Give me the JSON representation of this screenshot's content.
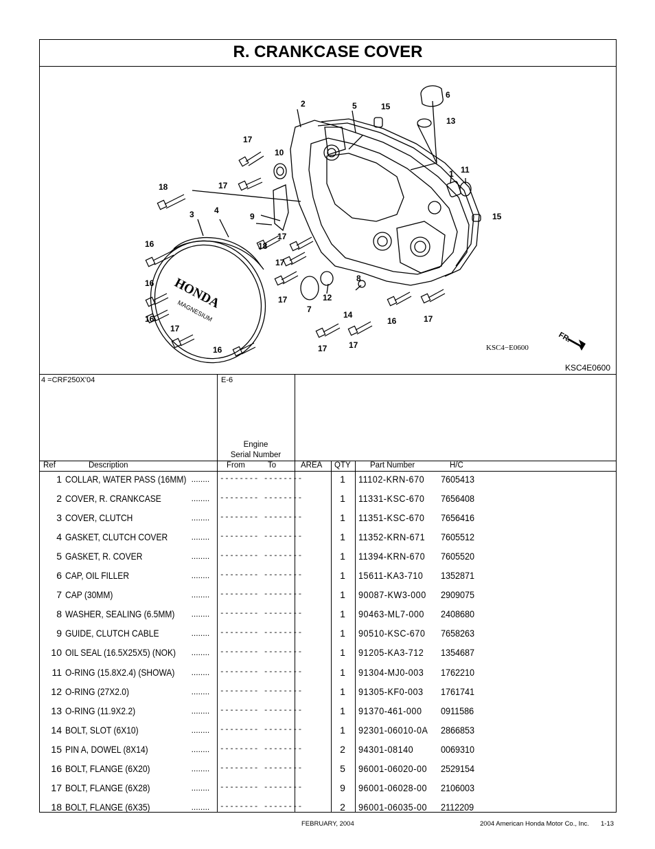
{
  "title": "R. CRANKCASE COVER",
  "diagram": {
    "figure_code": "KSC4E0600",
    "inner_code": "KSC4−E0600",
    "fr_label": "FR.",
    "brand_text": "HONDA",
    "brand_sub": "MAGNESIUM",
    "callouts": [
      "2",
      "5",
      "15",
      "6",
      "13",
      "17",
      "10",
      "17",
      "18",
      "1",
      "11",
      "9",
      "3",
      "4",
      "15",
      "16",
      "18",
      "17",
      "17",
      "16",
      "8",
      "17",
      "12",
      "14",
      "7",
      "16",
      "17",
      "17",
      "16",
      "17",
      "17",
      "16"
    ]
  },
  "notes": {
    "model": "4 =CRF250X'04",
    "section": "E-6",
    "engine_serial": "Engine\nSerial Number"
  },
  "columns": {
    "ref": "Ref",
    "description": "Description",
    "from": "From",
    "to": "To",
    "area": "AREA",
    "qty": "QTY",
    "part_number": "Part Number",
    "hc": "H/C"
  },
  "parts": [
    {
      "ref": "1",
      "desc": "COLLAR, WATER PASS (16MM)",
      "fromto": "-------- --------",
      "qty": "1",
      "pn": "11102-KRN-670",
      "hc": "7605413"
    },
    {
      "ref": "2",
      "desc": "COVER, R. CRANKCASE",
      "fromto": "-------- --------",
      "qty": "1",
      "pn": "11331-KSC-670",
      "hc": "7656408"
    },
    {
      "ref": "3",
      "desc": "COVER, CLUTCH",
      "fromto": "-------- --------",
      "qty": "1",
      "pn": "11351-KSC-670",
      "hc": "7656416"
    },
    {
      "ref": "4",
      "desc": "GASKET, CLUTCH COVER",
      "fromto": "-------- --------",
      "qty": "1",
      "pn": "11352-KRN-671",
      "hc": "7605512"
    },
    {
      "ref": "5",
      "desc": "GASKET, R. COVER",
      "fromto": "-------- --------",
      "qty": "1",
      "pn": "11394-KRN-670",
      "hc": "7605520"
    },
    {
      "ref": "6",
      "desc": "CAP, OIL FILLER",
      "fromto": "-------- --------",
      "qty": "1",
      "pn": "15611-KA3-710",
      "hc": "1352871"
    },
    {
      "ref": "7",
      "desc": "CAP (30MM)",
      "fromto": "-------- --------",
      "qty": "1",
      "pn": "90087-KW3-000",
      "hc": "2909075"
    },
    {
      "ref": "8",
      "desc": "WASHER, SEALING (6.5MM)",
      "fromto": "-------- --------",
      "qty": "1",
      "pn": "90463-ML7-000",
      "hc": "2408680"
    },
    {
      "ref": "9",
      "desc": "GUIDE, CLUTCH CABLE",
      "fromto": "-------- --------",
      "qty": "1",
      "pn": "90510-KSC-670",
      "hc": "7658263"
    },
    {
      "ref": "10",
      "desc": "OIL SEAL (16.5X25X5) (NOK)",
      "fromto": "-------- --------",
      "qty": "1",
      "pn": "91205-KA3-712",
      "hc": "1354687"
    },
    {
      "ref": "11",
      "desc": "O-RING (15.8X2.4) (SHOWA)",
      "fromto": "-------- --------",
      "qty": "1",
      "pn": "91304-MJ0-003",
      "hc": "1762210"
    },
    {
      "ref": "12",
      "desc": "O-RING (27X2.0)",
      "fromto": "-------- --------",
      "qty": "1",
      "pn": "91305-KF0-003",
      "hc": "1761741"
    },
    {
      "ref": "13",
      "desc": "O-RING (11.9X2.2)",
      "fromto": "-------- --------",
      "qty": "1",
      "pn": "91370-461-000",
      "hc": "0911586"
    },
    {
      "ref": "14",
      "desc": "BOLT, SLOT (6X10)",
      "fromto": "-------- --------",
      "qty": "1",
      "pn": "92301-06010-0A",
      "hc": "2866853"
    },
    {
      "ref": "15",
      "desc": "PIN A, DOWEL (8X14)",
      "fromto": "-------- --------",
      "qty": "2",
      "pn": "94301-08140",
      "hc": "0069310"
    },
    {
      "ref": "16",
      "desc": "BOLT, FLANGE (6X20)",
      "fromto": "-------- --------",
      "qty": "5",
      "pn": "96001-06020-00",
      "hc": "2529154"
    },
    {
      "ref": "17",
      "desc": "BOLT, FLANGE (6X28)",
      "fromto": "-------- --------",
      "qty": "9",
      "pn": "96001-06028-00",
      "hc": "2106003"
    },
    {
      "ref": "18",
      "desc": "BOLT, FLANGE (6X35)",
      "fromto": "-------- --------",
      "qty": "2",
      "pn": "96001-06035-00",
      "hc": "2112209"
    }
  ],
  "footer": {
    "date": "FEBRUARY, 2004",
    "copyright": "2004  American Honda Motor Co., Inc.",
    "page": "1-13"
  }
}
